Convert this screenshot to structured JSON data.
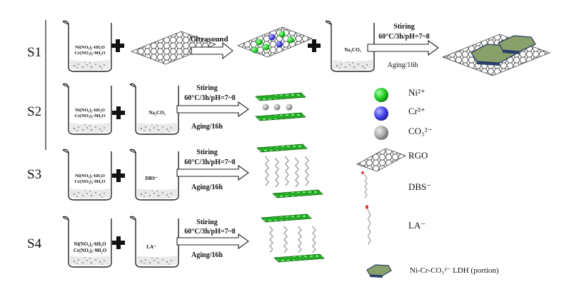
{
  "steps": [
    {
      "label": "S1",
      "beaker1_line1": "Ni(NO₃)₂·6H₂O",
      "beaker1_line2": "Cr(NO₃)₃·9H₂O",
      "arrow1_text": "Ultrasound",
      "beaker2_label": "Na₂CO₃",
      "arrow2_top": "Stiring",
      "arrow2_mid": "60°C/3h/pH=7~8",
      "arrow2_bottom": "Aging/16h"
    },
    {
      "label": "S2",
      "beaker1_line1": "Ni(NO₃)₂·6H₂O",
      "beaker1_line2": "Cr(NO₃)₃·9H₂O",
      "beaker2_label": "Na₂CO₃",
      "arrow_top": "Stiring",
      "arrow_mid": "60°C/3h/pH=7~8",
      "arrow_bottom": "Aging/16h"
    },
    {
      "label": "S3",
      "beaker1_line1": "Ni(NO₃)₂·6H₂O",
      "beaker1_line2": "Cr(NO₃)₃·9H₂O",
      "beaker2_label": "DBS⁻",
      "arrow_top": "Stiring",
      "arrow_mid": "60°C/3h/pH=7~8",
      "arrow_bottom": "Aging/16h"
    },
    {
      "label": "S4",
      "beaker1_line1": "Ni(NO₃)₂·6H₂O",
      "beaker1_line2": "Cr(NO₃)₃·9H₂O",
      "beaker2_label": "LA⁻",
      "arrow_top": "Stiring",
      "arrow_mid": "60°C/3h/pH=7~8",
      "arrow_bottom": "Aging/16h"
    }
  ],
  "legend": {
    "ni": "Ni²⁺",
    "cr": "Cr³⁺",
    "co3": "CO₃²⁻",
    "rgo": "RGO",
    "dbs": "DBS⁻",
    "la": "LA⁻",
    "ldh": "Ni-Cr-CO₃²⁻ LDH (portion)"
  },
  "colors": {
    "ni": "#22cc22",
    "cr": "#4444ee",
    "co3": "#aaaaaa",
    "ldh_fill": "#8aa06a",
    "ldh_edge": "#2a3f6a",
    "sheet_green": "#1fae1f",
    "underline": "#d02020"
  }
}
